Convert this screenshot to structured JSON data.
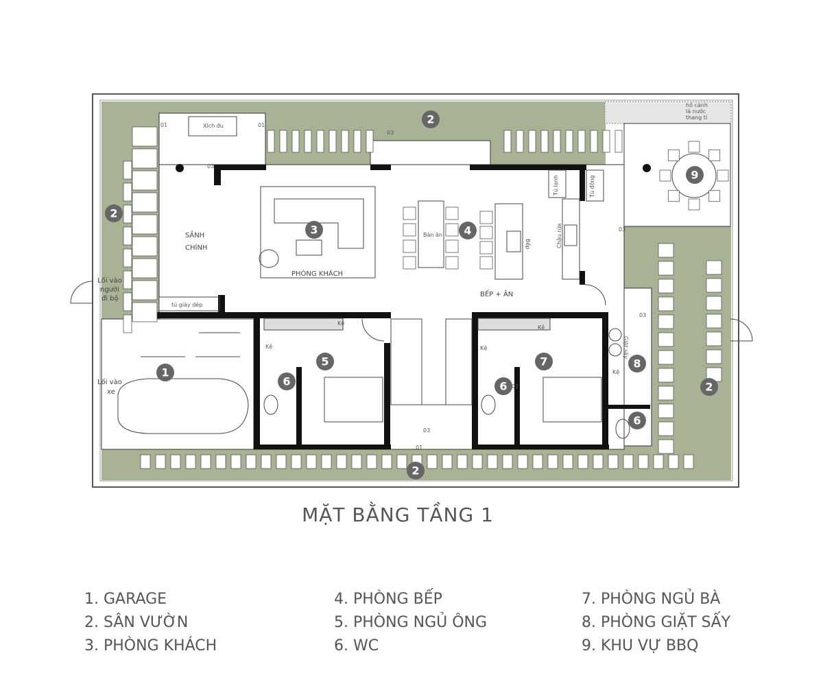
{
  "title": "MẶT BẰNG TẦNG 1",
  "colors": {
    "garden": "#a8b294",
    "wall": "#111111",
    "marker": "#666666",
    "line": "#555555"
  },
  "markers": {
    "m1": "1",
    "m2": "2",
    "m3": "3",
    "m4": "4",
    "m5": "5",
    "m6": "6",
    "m7": "7",
    "m8": "8",
    "m9": "9"
  },
  "labels": {
    "swing": "Xích đu",
    "lobby_1": "SẢNH",
    "lobby_2": "CHÍNH",
    "living": "PHÒNG KHÁCH",
    "dining_table": "Bàn ăn",
    "stove": "Bếp",
    "fridge": "Tủ lạnh",
    "freezer": "Tủ đông",
    "sink": "Chậu rửa",
    "kitchen_dining": "BẾP + ĂN",
    "shoe_cabinet": "tủ giày dép",
    "pedestrian_entry_1": "Lối vào",
    "pedestrian_entry_2": "người",
    "pedestrian_entry_3": "đi bộ",
    "car_entry_1": "Lối vào",
    "car_entry_2": "xe",
    "shelf": "Kệ",
    "laundry": "Giặt sấy",
    "pond_1": "hồ cảnh",
    "pond_2": "lá nước",
    "pond_3": "thang tỉ",
    "code_01": "01",
    "code_02": "02",
    "code_03": "03"
  },
  "legend": [
    [
      "1. GARAGE",
      "2. SÂN VƯỜN",
      "3. PHÒNG KHÁCH"
    ],
    [
      "4. PHÒNG BẾP",
      "5. PHÒNG NGỦ ÔNG",
      "6. WC"
    ],
    [
      "7. PHÒNG NGỦ BÀ",
      "8. PHÒNG GIẶT SẤY",
      "9. KHU VỰ BBQ"
    ]
  ]
}
